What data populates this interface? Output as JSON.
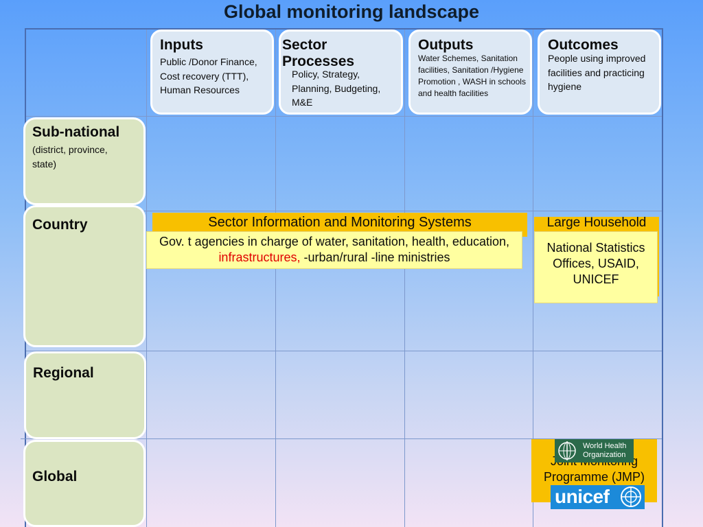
{
  "title": "Global monitoring landscape",
  "columns": [
    {
      "heading": "Inputs",
      "description": "Public /Donor Finance, Cost recovery (TTT), Human Resources"
    },
    {
      "heading": "Sector Processes",
      "description": "Policy, Strategy, Planning, Budgeting, M&E"
    },
    {
      "heading": "Outputs",
      "description": "Water Schemes, Sanitation facilities, Sanitation /Hygiene  Promotion , WASH in schools and health facilities"
    },
    {
      "heading": "Outcomes",
      "description": "People  using improved  facilities and practicing hygiene"
    }
  ],
  "rows": [
    {
      "heading": "Sub-national",
      "description": "(district, province, state)"
    },
    {
      "heading": "Country",
      "description": ""
    },
    {
      "heading": "Regional",
      "description": ""
    },
    {
      "heading": "Global",
      "description": ""
    }
  ],
  "country_boxes": {
    "sims_label": "Sector Information and Monitoring Systems",
    "gov_text_before": "Gov. t agencies in charge of water, sanitation, health, education, ",
    "gov_text_highlight": "infrastructures,",
    "gov_text_after": " -urban/rural -line ministries",
    "household_label": "Large Household",
    "nso_text": "National Statistics Offices, USAID, UNICEF"
  },
  "global_box": {
    "jmp_text": "Joint Monitoring Programme (JMP)",
    "who_logo_text": "World Health Organization",
    "unicef_logo_text": "unicef"
  },
  "colors": {
    "frame": "#4a6db0",
    "column_head_fill": "#dde8f4",
    "row_head_fill": "#dbe5c2",
    "orange_box": "#f8c000",
    "yellow_box": "#ffffa0",
    "highlight_text": "#e00000"
  }
}
